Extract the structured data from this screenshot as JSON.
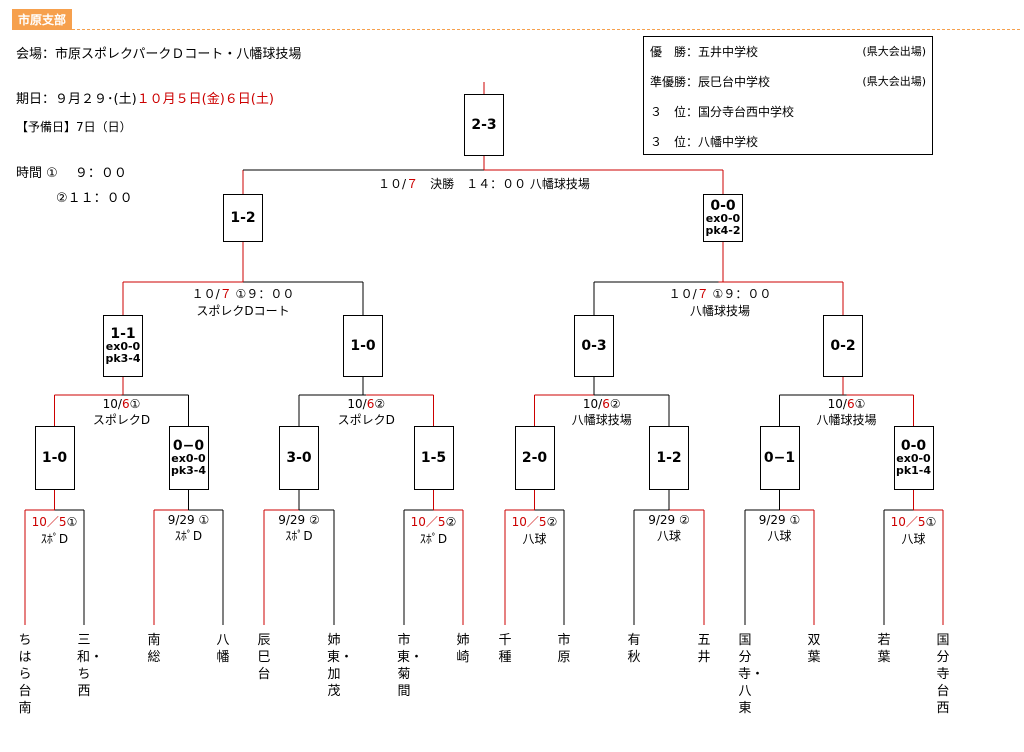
{
  "header": {
    "title": "市原支部"
  },
  "info": {
    "venue": "会場：市原スポレクパークＤコート・八幡球技場",
    "date_prefix": "期日：９月２９･(土)",
    "date_red": "１０月５日(金)６日(土)",
    "reserve": "【予備日】7日（日）",
    "time_line1": "時間 ①　 ９：００",
    "time_line2": "②１１：００"
  },
  "results": [
    {
      "label": "優　勝：五井中学校",
      "note": "(県大会出場)"
    },
    {
      "label": "準優勝：辰巳台中学校",
      "note": "(県大会出場)"
    },
    {
      "label": "３　位：国分寺台西中学校",
      "note": ""
    },
    {
      "label": "３　位：八幡中学校",
      "note": ""
    }
  ],
  "final": {
    "score": "2-3",
    "label_pre": "１０/",
    "label_red": "７",
    "label_post": "　決勝　１４：００ 八幡球技場"
  },
  "semis": {
    "left_score": "1-2",
    "right_score": [
      "0-0",
      "ex0-0",
      "pk4-2"
    ]
  },
  "quarter_labels": [
    {
      "pre": "１０/",
      "red": "７",
      "post": " ①９：００",
      "line2": "スポレクDコート"
    },
    {
      "pre": "１０/",
      "red": "７",
      "post": " ①９：００",
      "line2": "八幡球技場"
    }
  ],
  "quarter_scores": [
    [
      "1-1",
      "ex0-0",
      "pk3-4"
    ],
    [
      "1-0"
    ],
    [
      "0-3"
    ],
    [
      "0-2"
    ]
  ],
  "r2_labels": [
    {
      "pre": "10/",
      "red": "6",
      "post": "①",
      "line2": "スポレクD"
    },
    {
      "pre": "10/",
      "red": "6",
      "post": "②",
      "line2": "スポレクD"
    },
    {
      "pre": "10/",
      "red": "6",
      "post": "②",
      "line2": "八幡球技場"
    },
    {
      "pre": "10/",
      "red": "6",
      "post": "①",
      "line2": "八幡球技場"
    }
  ],
  "r1_scores": [
    [
      "1-0"
    ],
    [
      "0−0",
      "ex0-0",
      "pk3-4"
    ],
    [
      "3-0"
    ],
    [
      "1-5"
    ],
    [
      "2-0"
    ],
    [
      "1-2"
    ],
    [
      "0−1"
    ],
    [
      "0-0",
      "ex0-0",
      "pk1-4"
    ]
  ],
  "r1_labels": [
    {
      "red": "10／5",
      "post": "①",
      "line2": "ｽﾎﾟD"
    },
    {
      "red": "",
      "post": "9/29 ①",
      "line2": "ｽﾎﾟD"
    },
    {
      "red": "",
      "post": "9/29 ②",
      "line2": "ｽﾎﾟD"
    },
    {
      "red": "10／5",
      "post": "②",
      "line2": "ｽﾎﾟD"
    },
    {
      "red": "10／5",
      "post": "②",
      "line2": "八球"
    },
    {
      "red": "",
      "post": "9/29 ②",
      "line2": "八球"
    },
    {
      "red": "",
      "post": "9/29 ①",
      "line2": "八球"
    },
    {
      "red": "10／5",
      "post": "①",
      "line2": "八球"
    }
  ],
  "teams": [
    "ちはら台南",
    "三和・ち西",
    "南総",
    "八幡",
    "辰巳台",
    "姉東・加茂",
    "市東・菊間",
    "姉崎",
    "千種",
    "市原",
    "有秋",
    "五井",
    "国分寺・八東",
    "双葉",
    "若葉",
    "国分寺台西"
  ],
  "colors": {
    "winner": "#cc0000",
    "line": "#000000",
    "header": "#f6a04d"
  }
}
